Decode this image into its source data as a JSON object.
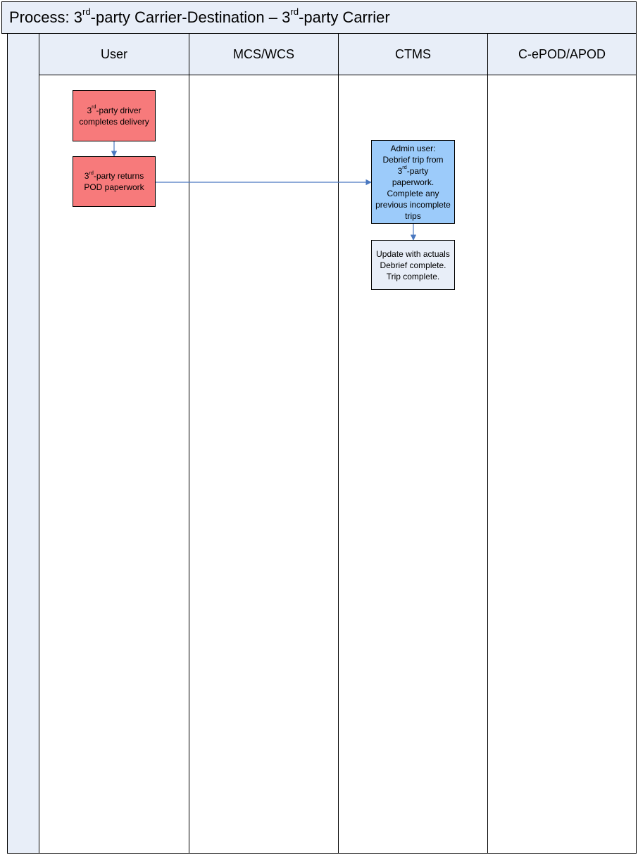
{
  "title": {
    "prefix": "Process: 3",
    "sup1": "rd",
    "middle": "-party Carrier-Destination – 3",
    "sup2": "rd",
    "suffix": "-party Carrier"
  },
  "lanes": [
    {
      "label": "User"
    },
    {
      "label": "MCS/WCS"
    },
    {
      "label": "CTMS"
    },
    {
      "label": "C-ePOD/APOD"
    }
  ],
  "steps": {
    "driver_completes": {
      "pre": "3",
      "sup": "rd",
      "post": "-party driver completes delivery"
    },
    "returns_pod": {
      "pre": "3",
      "sup": "rd",
      "post": "-party returns POD paperwork"
    },
    "admin_debrief": {
      "line1": "Admin user:",
      "line2": "Debrief trip from",
      "pre": "3",
      "sup": "rd",
      "post": "-party",
      "line4": "paperwork.",
      "line5": "Complete any previous incomplete trips"
    },
    "update_actuals": {
      "line1": "Update with actuals",
      "line2": "Debrief complete.",
      "line3": "Trip complete."
    }
  },
  "colors": {
    "lane_header": "#e8eef8",
    "user_step": "#f77a7b",
    "system_step": "#9ccbfa",
    "complete_step": "#e8eef8",
    "connector": "#4a78c0"
  }
}
